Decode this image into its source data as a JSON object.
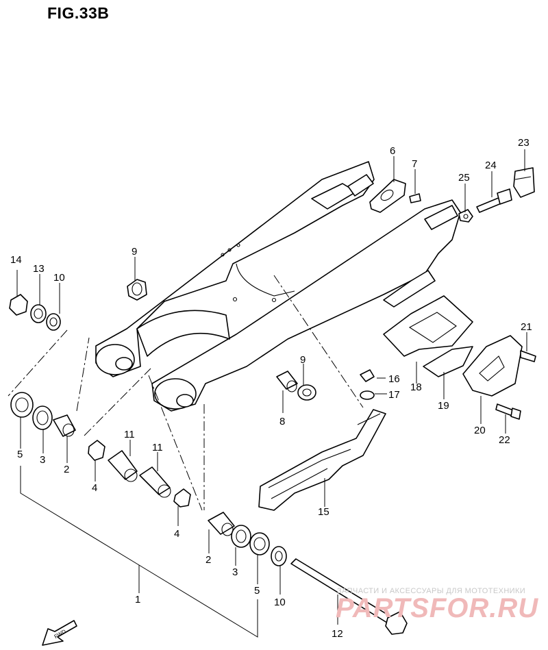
{
  "figure": {
    "title": "FIG.33B",
    "fwd_badge": "FWD"
  },
  "callouts": [
    {
      "id": "c1",
      "number": "1"
    },
    {
      "id": "c2a",
      "number": "2"
    },
    {
      "id": "c2b",
      "number": "2"
    },
    {
      "id": "c3a",
      "number": "3"
    },
    {
      "id": "c3b",
      "number": "3"
    },
    {
      "id": "c4a",
      "number": "4"
    },
    {
      "id": "c4b",
      "number": "4"
    },
    {
      "id": "c5a",
      "number": "5"
    },
    {
      "id": "c5b",
      "number": "5"
    },
    {
      "id": "c6",
      "number": "6"
    },
    {
      "id": "c7",
      "number": "7"
    },
    {
      "id": "c8",
      "number": "8"
    },
    {
      "id": "c9a",
      "number": "9"
    },
    {
      "id": "c9b",
      "number": "9"
    },
    {
      "id": "c10a",
      "number": "10"
    },
    {
      "id": "c10b",
      "number": "10"
    },
    {
      "id": "c11a",
      "number": "11"
    },
    {
      "id": "c11b",
      "number": "11"
    },
    {
      "id": "c12",
      "number": "12"
    },
    {
      "id": "c13",
      "number": "13"
    },
    {
      "id": "c14",
      "number": "14"
    },
    {
      "id": "c15",
      "number": "15"
    },
    {
      "id": "c16",
      "number": "16"
    },
    {
      "id": "c17",
      "number": "17"
    },
    {
      "id": "c18",
      "number": "18"
    },
    {
      "id": "c19",
      "number": "19"
    },
    {
      "id": "c20",
      "number": "20"
    },
    {
      "id": "c21",
      "number": "21"
    },
    {
      "id": "c22",
      "number": "22"
    },
    {
      "id": "c23",
      "number": "23"
    },
    {
      "id": "c24",
      "number": "24"
    },
    {
      "id": "c25",
      "number": "25"
    }
  ],
  "watermark": {
    "tagline": "ЗАПЧАСТИ И АКСЕССУАРЫ ДЛЯ МОТОТЕХНИКИ",
    "brand": "PARTSFOR.RU"
  }
}
